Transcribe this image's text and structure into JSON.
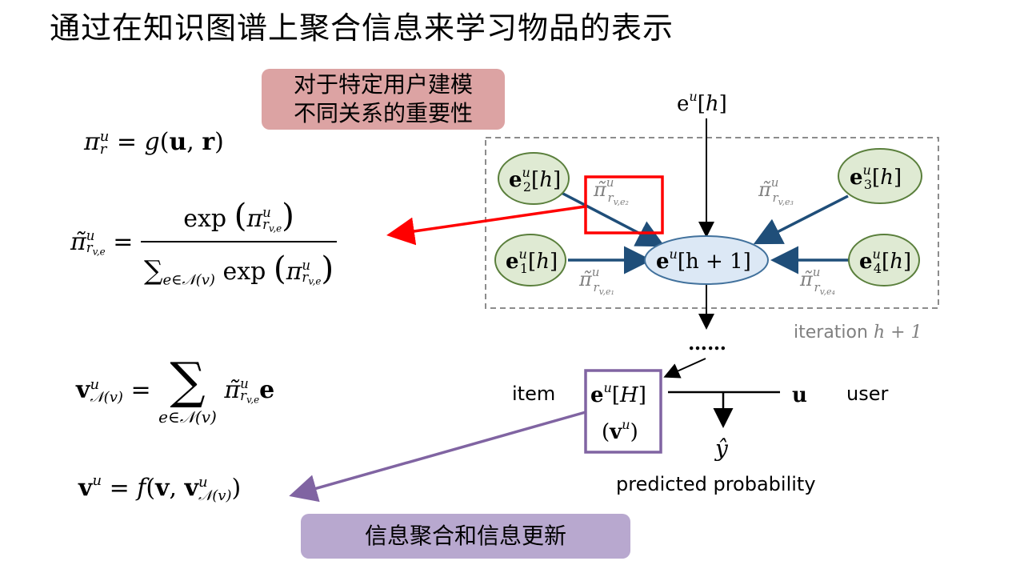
{
  "title": "通过在知识图谱上聚合信息来学习物品的表示",
  "notes": {
    "relation_importance_line1": "对于特定用户建模",
    "relation_importance_line2": "不同关系的重要性",
    "aggregation": "信息聚合和信息更新"
  },
  "formulas": {
    "f1_lhs_base": "π",
    "f1_lhs_sup": "u",
    "f1_lhs_sub": "r",
    "f1_rhs": "g(u, r)",
    "f2_num": "exp",
    "f2_den_sum_sub": "e∈𝒩(v)",
    "f3_sum_limit": "e∈𝒩(v)",
    "f4_rhs": "f(v, v"
  },
  "diagram": {
    "input_label_base": "e",
    "input_label_sup": "u",
    "input_label_rest": "[h]",
    "nodes": {
      "e1": "1",
      "e2": "2",
      "e3": "3",
      "e4": "4",
      "center_rest": "[h + 1]"
    },
    "weight_labels": [
      "e₁",
      "e₂",
      "e₃",
      "e₄"
    ],
    "iteration_label": "iteration ",
    "iteration_math": "h + 1",
    "ellipsis": "……",
    "item_label": "item",
    "user_label": "user",
    "item_vec_H": "[H]",
    "item_vec_paren": "(v",
    "user_vec": "u",
    "y_hat": "ŷ",
    "predicted_label": "predicted probability"
  },
  "colors": {
    "note_red": "#dca3a3",
    "note_purple": "#b8a8cf",
    "green_node_fill": "#dfead3",
    "green_node_stroke": "#5a7f3c",
    "center_node_fill": "#dce8f5",
    "center_node_stroke": "#41719c",
    "blue_arrow": "#1f4e79",
    "red_highlight": "#ff0000",
    "purple_highlight": "#8064a2"
  }
}
